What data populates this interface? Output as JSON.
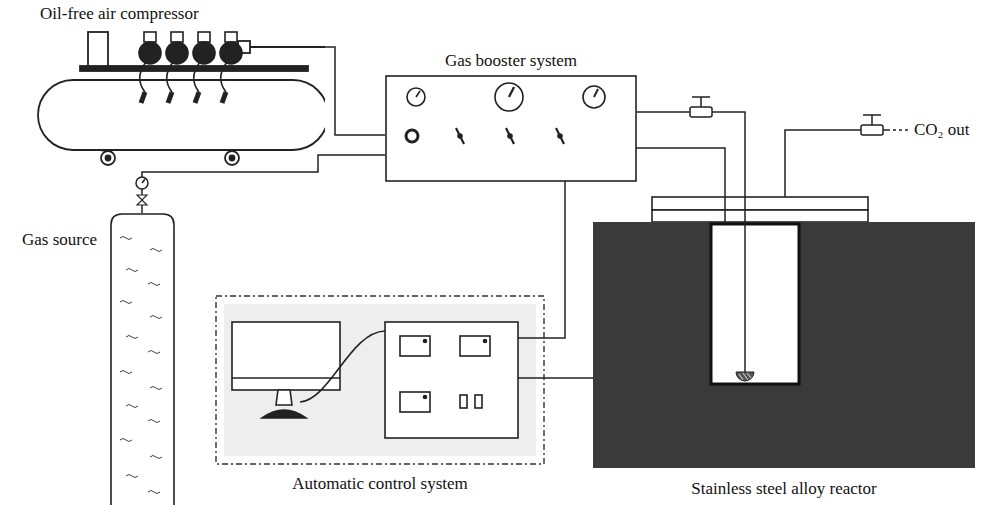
{
  "diagram": {
    "nodes": [
      {
        "text": [
          "Oil-free air compressor"
        ]
      },
      {
        "text": [
          "Gas booster system"
        ]
      },
      {
        "text": [
          "Gas source"
        ]
      },
      {
        "text": [
          "Automatic control system"
        ]
      },
      {
        "text": [
          "Stainless steel alloy reactor"
        ]
      }
    ],
    "edges": [
      {
        "from": 0,
        "to": 1,
        "arrow": "none"
      },
      {
        "from": 2,
        "to": 1,
        "arrow": "none"
      },
      {
        "from": 1,
        "to": 4,
        "arrow": "none"
      },
      {
        "from": 3,
        "to": 4,
        "arrow": "none"
      },
      {
        "from": 3,
        "to": 4,
        "arrow": "none"
      }
    ],
    "labels": [
      "CO₂ out"
    ]
  }
}
